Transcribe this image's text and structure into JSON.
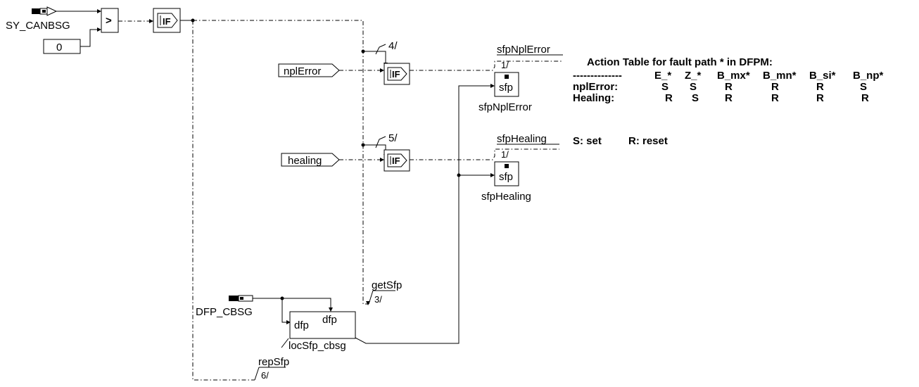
{
  "inputs": {
    "sy_canbsg": "SY_CANBSG",
    "const_zero": "0",
    "dfp_cbsg": "DFP_CBSG"
  },
  "blocks": {
    "compare_symbol": ">",
    "if_label": "IF",
    "npl_error": "nplError",
    "healing": "healing",
    "dfp_port_in": "dfp",
    "dfp_port_out": "dfp",
    "loc_sfp_name": "locSfp_cbsg",
    "sfp_port_1": "sfp",
    "sfp_port_2": "sfp",
    "sfp_block_1_name": "sfpNplError",
    "sfp_block_2_name": "sfpHealing"
  },
  "connectors": {
    "seq_4": "4/",
    "seq_5": "5/",
    "seq_3": "3/",
    "seq_6": "6/",
    "seq_1a": "1/",
    "seq_1b": "1/",
    "sfp_npl_error_head": "sfpNplError",
    "sfp_healing_head": "sfpHealing",
    "get_sfp": "getSfp",
    "rep_sfp": "repSfp"
  },
  "action_table": {
    "title": "Action Table for fault path * in DFPM:",
    "header_dashes": "--------------",
    "columns": [
      "E_*",
      "Z_*",
      "B_mx*",
      "B_mn*",
      "B_si*",
      "B_np*"
    ],
    "rows": [
      {
        "name": "nplError:",
        "values": [
          "S",
          "S",
          "R",
          "R",
          "R",
          "S"
        ]
      },
      {
        "name": "Healing:",
        "values": [
          "R",
          "S",
          "R",
          "R",
          "R",
          "R"
        ]
      }
    ],
    "legend_set": "S: set",
    "legend_reset": "R: reset"
  }
}
